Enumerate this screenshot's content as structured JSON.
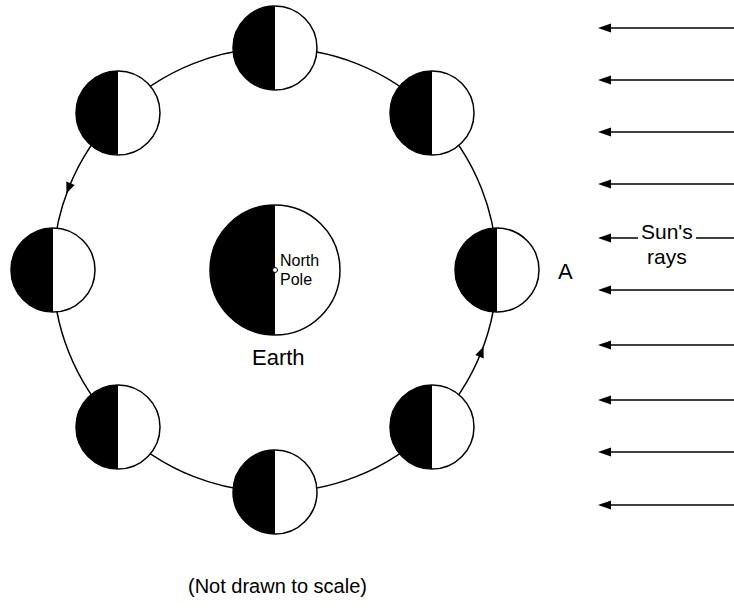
{
  "diagram": {
    "caption": "(Not drawn to scale)",
    "nodes": [
      {
        "text": [
          "North Pole",
          "Earth"
        ]
      }
    ],
    "labels": [
      "A",
      "Sun's rays"
    ]
  }
}
